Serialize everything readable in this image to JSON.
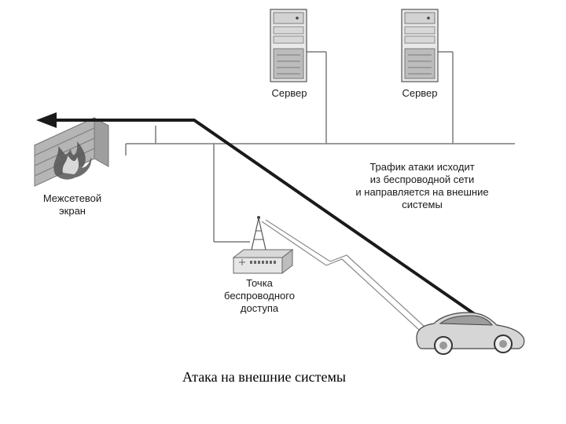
{
  "server_left_label": "Сервер",
  "server_right_label": "Сервер",
  "firewall_label_line1": "Межсетевой",
  "firewall_label_line2": "экран",
  "access_point_label_line1": "Точка",
  "access_point_label_line2": "беспроводного",
  "access_point_label_line3": "доступа",
  "attack_note_line1": "Трафик атаки исходит",
  "attack_note_line2": "из беспроводной сети",
  "attack_note_line3": "и направляется на внешние",
  "attack_note_line4": "системы",
  "caption": "Атака на внешние системы"
}
